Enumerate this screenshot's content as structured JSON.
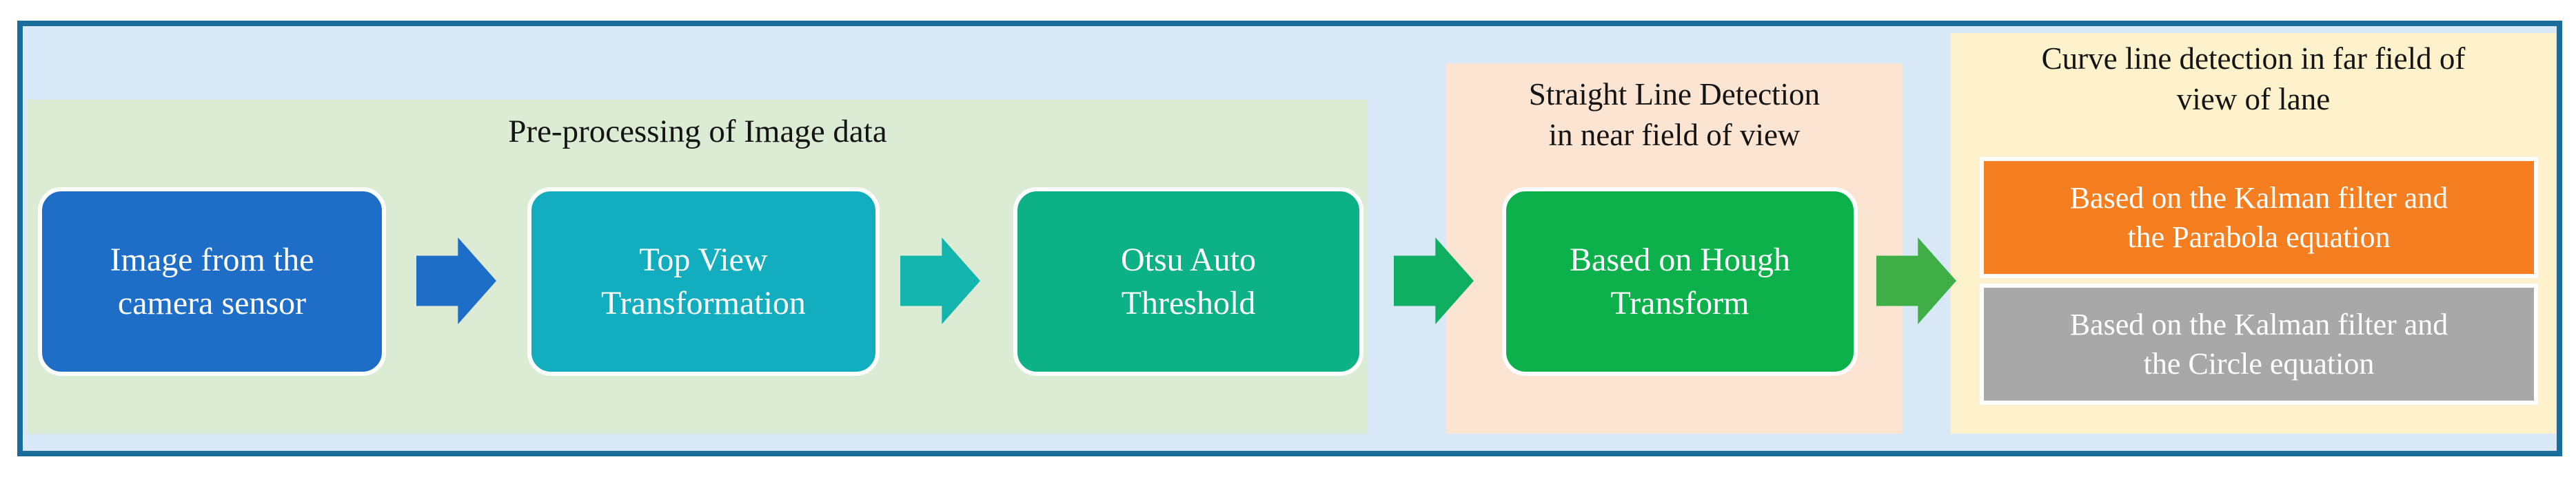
{
  "figure": {
    "kind": "flowchart",
    "description": "Lane detection processing pipeline block diagram"
  },
  "sections": {
    "preprocessing": {
      "title_line1": "Pre-processing of Image data",
      "background": "#dcebd4"
    },
    "straight_line": {
      "title_line1": "Straight Line Detection",
      "title_line2": "in near field of view",
      "background": "#fce4d3"
    },
    "curve_line": {
      "title_line1": "Curve line detection in far field of",
      "title_line2": "view of lane",
      "background": "#fdf2cc"
    }
  },
  "boxes": {
    "camera": {
      "line1": "Image from the",
      "line2": "camera sensor",
      "color": "#1e6ec8"
    },
    "top_view": {
      "line1": "Top View",
      "line2": "Transformation",
      "color": "#12aebf"
    },
    "otsu": {
      "line1": "Otsu Auto",
      "line2": "Threshold",
      "color": "#0cb186"
    },
    "hough": {
      "line1": "Based on Hough",
      "line2": "Transform",
      "color": "#0db14b"
    },
    "kalman_parabola": {
      "line1": "Based on the Kalman filter and",
      "line2": "the Parabola equation",
      "color": "#f57e20"
    },
    "kalman_circle": {
      "line1": "Based on the Kalman filter and",
      "line2": "the Circle equation",
      "color": "#a8a8a8"
    }
  },
  "arrows": {
    "camera_to_topview": {
      "icon": "right-arrow",
      "color": "#1e6ec8"
    },
    "topview_to_otsu": {
      "icon": "right-arrow",
      "color": "#13b5ad"
    },
    "otsu_to_hough": {
      "icon": "right-arrow",
      "color": "#0fae62"
    },
    "hough_to_curve": {
      "icon": "right-arrow",
      "color": "#3fae47"
    }
  },
  "palette": {
    "frame_border": "#1a6c9b",
    "frame_background": "#d9e8f6",
    "box_text": "#ffffff",
    "title_text": "#141414"
  }
}
